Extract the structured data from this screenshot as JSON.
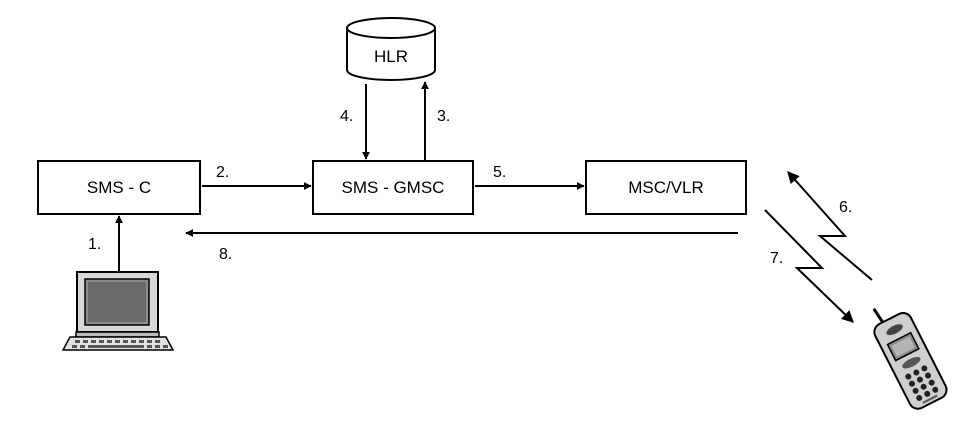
{
  "nodes": {
    "hlr": "HLR",
    "sms_c": "SMS - C",
    "sms_gmsc": "SMS - GMSC",
    "msc_vlr": "MSC/VLR"
  },
  "steps": [
    "1.",
    "2.",
    "3.",
    "4.",
    "5.",
    "6.",
    "7.",
    "8."
  ]
}
